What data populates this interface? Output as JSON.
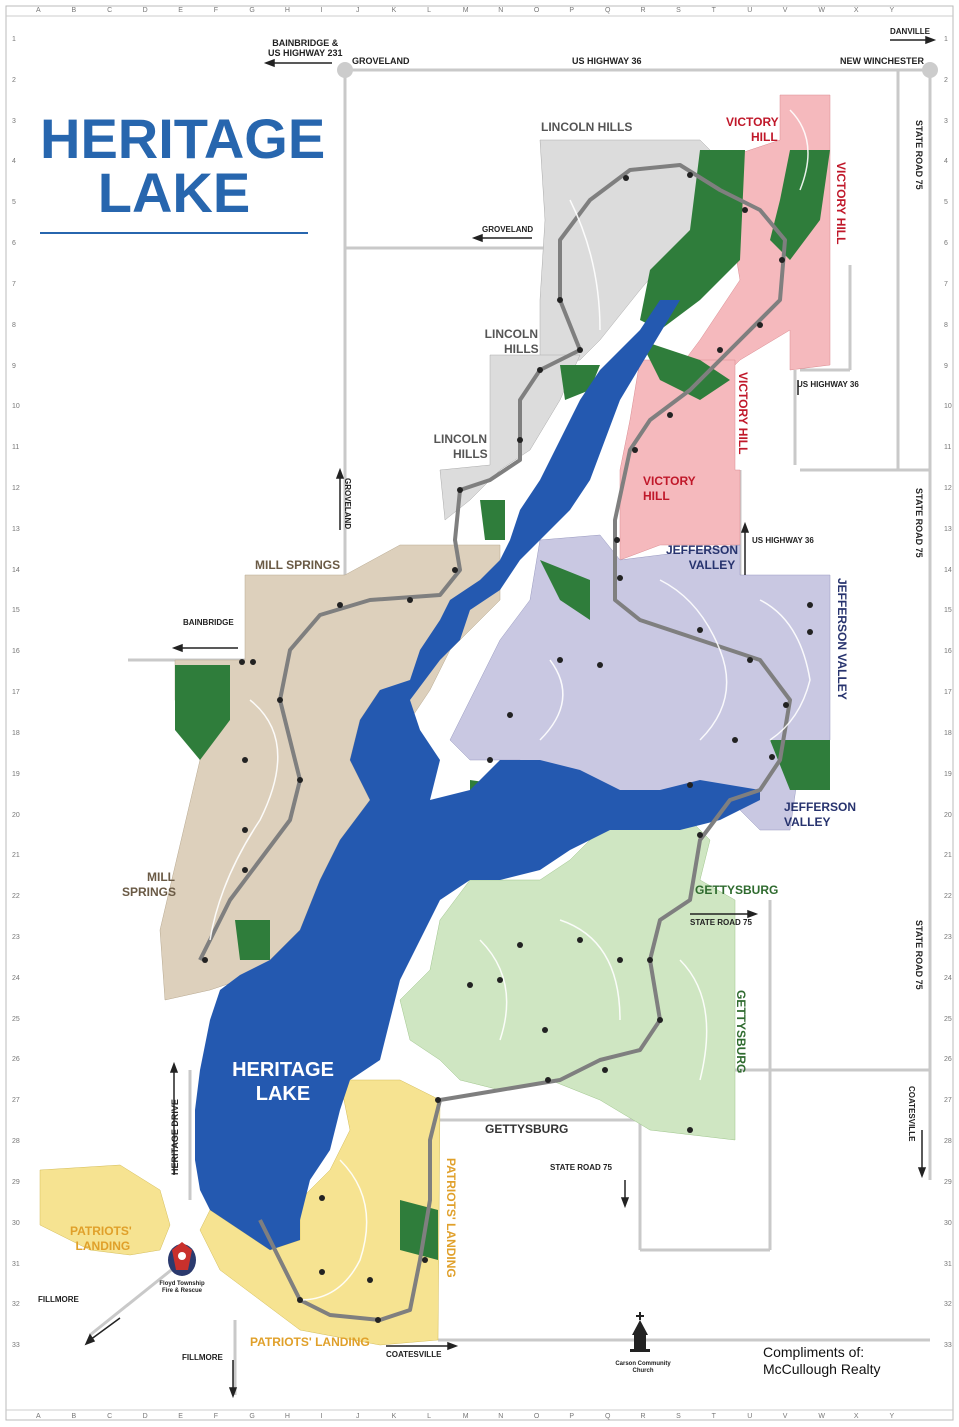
{
  "title": {
    "line1": "HERITAGE",
    "line2": "LAKE"
  },
  "lake_label": {
    "line1": "HERITAGE",
    "line2": "LAKE"
  },
  "grid": {
    "columns": [
      "A",
      "B",
      "C",
      "D",
      "E",
      "F",
      "G",
      "H",
      "I",
      "J",
      "K",
      "L",
      "M",
      "N",
      "O",
      "P",
      "Q",
      "R",
      "S",
      "T",
      "U",
      "V",
      "W",
      "X",
      "Y"
    ],
    "rows": [
      "1",
      "2",
      "3",
      "4",
      "5",
      "6",
      "7",
      "8",
      "9",
      "10",
      "11",
      "12",
      "13",
      "14",
      "15",
      "16",
      "17",
      "18",
      "19",
      "20",
      "21",
      "22",
      "23",
      "24",
      "25",
      "26",
      "27",
      "28",
      "29",
      "30",
      "31",
      "32",
      "33"
    ]
  },
  "roads": {
    "bainbridge_231": {
      "line1": "BAINBRIDGE &",
      "line2": "US HIGHWAY 231"
    },
    "groveland_top": "GROVELAND",
    "us36_top": "US HIGHWAY 36",
    "new_winchester": "NEW WINCHESTER",
    "danville": "DANVILLE",
    "groveland_mid": "GROVELAND",
    "groveland_vert": "GROVELAND",
    "us36_right": "US HIGHWAY 36",
    "us36_mid": "US HIGHWAY 36",
    "state_road_75_a": "STATE ROAD 75",
    "state_road_75_b": "STATE ROAD 75",
    "state_road_75_c": "STATE ROAD 75",
    "state_road_75_mid": "STATE ROAD 75",
    "state_road_75_low": "STATE ROAD 75",
    "coatesville_right": "COATESVILLE",
    "coatesville_bottom": "COATESVILLE",
    "bainbridge": "BAINBRIDGE",
    "fillmore_left": "FILLMORE",
    "fillmore_bottom": "FILLMORE",
    "heritage_drive": "HERITAGE DRIVE"
  },
  "subdivisions": {
    "lincoln_hills_a": "LINCOLN HILLS",
    "lincoln_hills_b": {
      "line1": "LINCOLN",
      "line2": "HILLS"
    },
    "lincoln_hills_c": {
      "line1": "LINCOLN",
      "line2": "HILLS"
    },
    "victory_hill_a": {
      "line1": "VICTORY",
      "line2": "HILL"
    },
    "victory_hill_b": "VICTORY HILL",
    "victory_hill_c": "VICTORY HILL",
    "victory_hill_d": {
      "line1": "VICTORY",
      "line2": "HILL"
    },
    "jefferson_valley_a": {
      "line1": "JEFFERSON",
      "line2": "VALLEY"
    },
    "jefferson_valley_b": "JEFFERSON VALLEY",
    "jefferson_valley_c": {
      "line1": "JEFFERSON",
      "line2": "VALLEY"
    },
    "mill_springs_a": "MILL SPRINGS",
    "mill_springs_b": {
      "line1": "MILL",
      "line2": "SPRINGS"
    },
    "gettysburg_a": "GETTYSBURG",
    "gettysburg_b": "GETTYSBURG",
    "gettysburg_c": "GETTYSBURG",
    "patriots_landing_a": {
      "line1": "PATRIOTS'",
      "line2": "LANDING"
    },
    "patriots_landing_b": "PATRIOTS' LANDING",
    "patriots_landing_c": "PATRIOTS' LANDING"
  },
  "fire_station": {
    "line1": "Floyd Township",
    "line2": "Fire & Rescue"
  },
  "church": {
    "line1": "Carson Community",
    "line2": "Church"
  },
  "credit": {
    "line1": "Compliments of:",
    "line2": "McCullough Realty"
  },
  "colors": {
    "lake": "#2459b0",
    "park": "#2f7d3b",
    "lincoln_hills": "#dcdcdc",
    "victory_hill": "#f5b9bd",
    "jefferson_valley": "#c9c8e2",
    "mill_springs": "#ddd0bc",
    "gettysburg": "#cfe6c2",
    "patriots_landing": "#f6e391",
    "main_road": "#7f7f7f",
    "title_blue": "#2766ae"
  }
}
